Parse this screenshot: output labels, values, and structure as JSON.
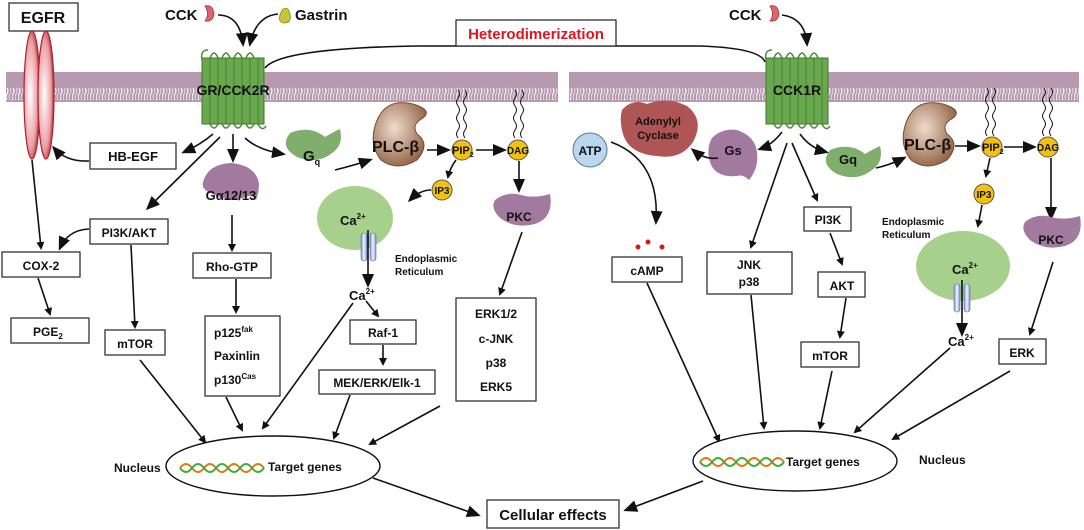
{
  "colors": {
    "membrane": "#b89ab0",
    "receptor_green": "#6aa84f",
    "egfr_red": "#c0303a",
    "gq_green": "#7fae6d",
    "g_purple": "#a27aa0",
    "plc_brown": "#9b6b4c",
    "adenylyl_red": "#b05555",
    "er_green": "#a8d08d",
    "lipid_yellow": "#f4c20d",
    "atp_blue": "#bcd6ee",
    "highlight_red": "#e0141e"
  },
  "ligands": {
    "cck_left": "CCK",
    "gastrin": "Gastrin",
    "cck_right": "CCK"
  },
  "header": {
    "heterodimerization": "Heterodimerization"
  },
  "left": {
    "egfr": "EGFR",
    "receptor": "GR/CCK2R",
    "hb_egf": "HB-EGF",
    "gq": "G",
    "gq_sub": "q",
    "plc": "PLC-β",
    "pip": "PIP",
    "pip_sub": "2",
    "dag": "DAG",
    "ip3": "IP3",
    "galpha": "Gα12/13",
    "pi3k_akt": "PI3K/AKT",
    "cox2": "COX-2",
    "pge": "PGE",
    "pge_sub": "2",
    "mtor": "mTOR",
    "rho_gtp": "Rho-GTP",
    "p125": "p125",
    "p125_sup": "fak",
    "paxinlin": "Paxinlin",
    "p130": "p130",
    "p130_sup": "Cas",
    "ca_er": "Ca",
    "ca_sup": "2+",
    "ca_cyto": "Ca",
    "er_label_1": "Endoplasmic",
    "er_label_2": "Reticulum",
    "pkc": "PKC",
    "raf1": "Raf-1",
    "mek": "MEK/ERK/Elk-1",
    "erk_list": [
      "ERK1/2",
      "c-JNK",
      "p38",
      "ERK5"
    ],
    "nucleus": "Nucleus",
    "target_genes": "Target genes"
  },
  "right": {
    "receptor": "CCK1R",
    "adenylyl_1": "Adenylyl",
    "adenylyl_2": "Cyclase",
    "atp": "ATP",
    "gs": "Gs",
    "gq": "Gq",
    "plc": "PLC-β",
    "pip": "PIP",
    "pip_sub": "2",
    "dag": "DAG",
    "ip3": "IP3",
    "camp": "cAMP",
    "jnk": "JNK",
    "p38": "p38",
    "pi3k": "PI3K",
    "akt": "AKT",
    "mtor": "mTOR",
    "er_label_1": "Endoplasmic",
    "er_label_2": "Reticulum",
    "ca_er": "Ca",
    "ca_cyto": "Ca",
    "ca_sup": "2+",
    "pkc": "PKC",
    "erk": "ERK",
    "nucleus": "Nucleus",
    "target_genes": "Target genes"
  },
  "footer": {
    "cellular_effects": "Cellular effects"
  }
}
